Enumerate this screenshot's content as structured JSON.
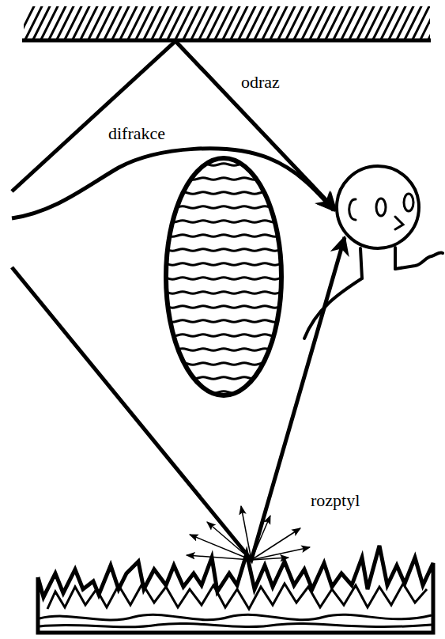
{
  "diagram": {
    "labels": [
      "odraz",
      "difrakce",
      "rozptyl"
    ]
  }
}
